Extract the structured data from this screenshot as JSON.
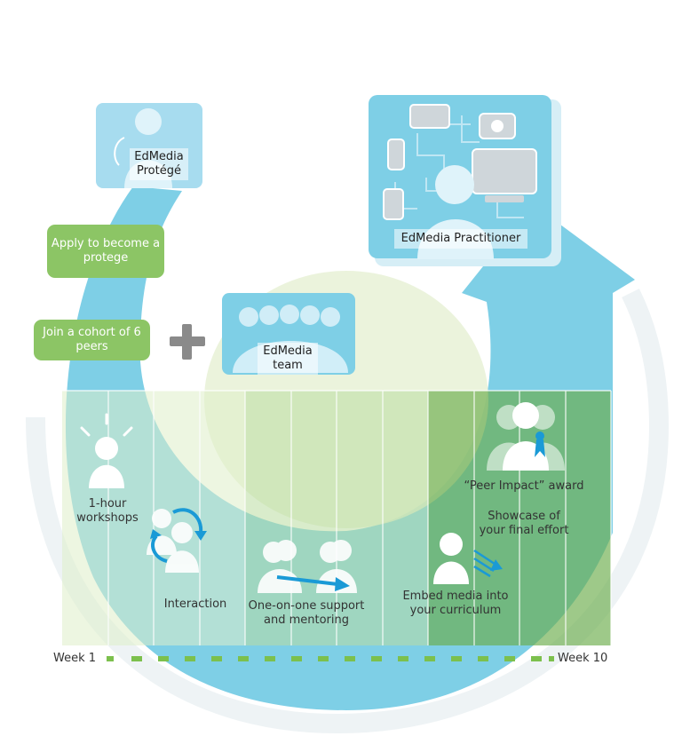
{
  "nodes": {
    "protege": "EdMedia Protégé",
    "practitioner": "EdMedia Practitioner",
    "team": "EdMedia team",
    "apply": "Apply to become a protege",
    "join": "Join a cohort of 6 peers"
  },
  "activities": {
    "workshops": "1-hour workshops",
    "interaction": "Interaction",
    "support": "One-on-one support and mentoring",
    "embed": "Embed media into your curriculum",
    "award": "“Peer Impact” award",
    "showcase": "Showcase of your final effort"
  },
  "timeline": {
    "start": "Week 1",
    "end": "Week 10"
  },
  "colors": {
    "arrow_blue": "#7ecfe6",
    "pill_green": "#8cc565",
    "dash_green": "#7cc04d",
    "icon_blue": "#1a9ad6"
  },
  "icons": [
    "person-icon",
    "plus-icon",
    "group-icon",
    "devices-icon",
    "award-ribbon-icon",
    "cycle-arrows-icon",
    "arrow-right-icon",
    "transmit-arrows-icon"
  ]
}
